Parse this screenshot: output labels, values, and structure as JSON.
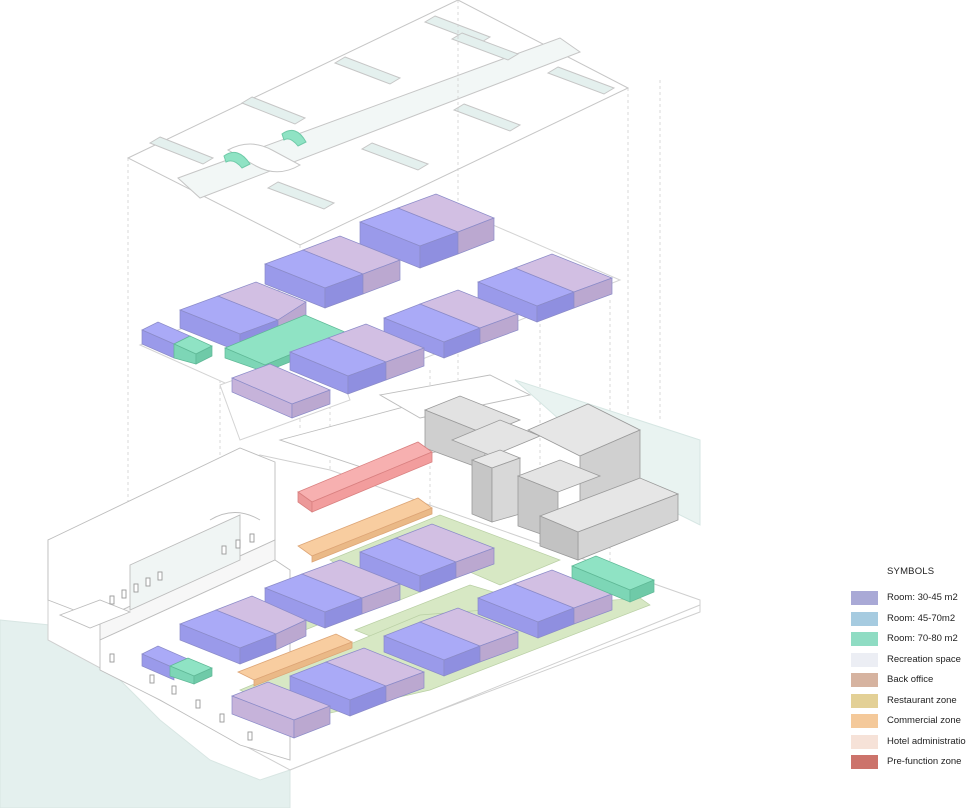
{
  "legend": {
    "title": "SYMBOLS",
    "items": [
      {
        "label": "Room: 30-45 m2",
        "color": "#a9a9d6"
      },
      {
        "label": "Room: 45-70m2",
        "color": "#a6cbe0"
      },
      {
        "label": "Room: 70-80 m2",
        "color": "#8fdcc3"
      },
      {
        "label": "Recreation space",
        "color": "#eceef4"
      },
      {
        "label": "Back office",
        "color": "#d6b3a0"
      },
      {
        "label": "Restaurant zone",
        "color": "#e3d096"
      },
      {
        "label": "Commercial zone",
        "color": "#f4c99a"
      },
      {
        "label": "Hotel administration",
        "color": "#f6e2d8"
      },
      {
        "label": "Pre-function zone",
        "color": "#cc736b"
      }
    ]
  },
  "colors": {
    "room_small": "#aaaaf7",
    "room_small_side": "#8f8fe0",
    "room_lavender": "#d2bfe3",
    "room_lavender_side": "#bba8d0",
    "room_large": "#8fe3c4",
    "room_large_side": "#6fcaa8",
    "commercial": "#f8cda0",
    "prefunction": "#f7a9a9",
    "courtyard": "#d7e8c4",
    "building_grey": "#d2d2d2",
    "line": "#c9c9c9",
    "water": "#e4f0ee"
  }
}
